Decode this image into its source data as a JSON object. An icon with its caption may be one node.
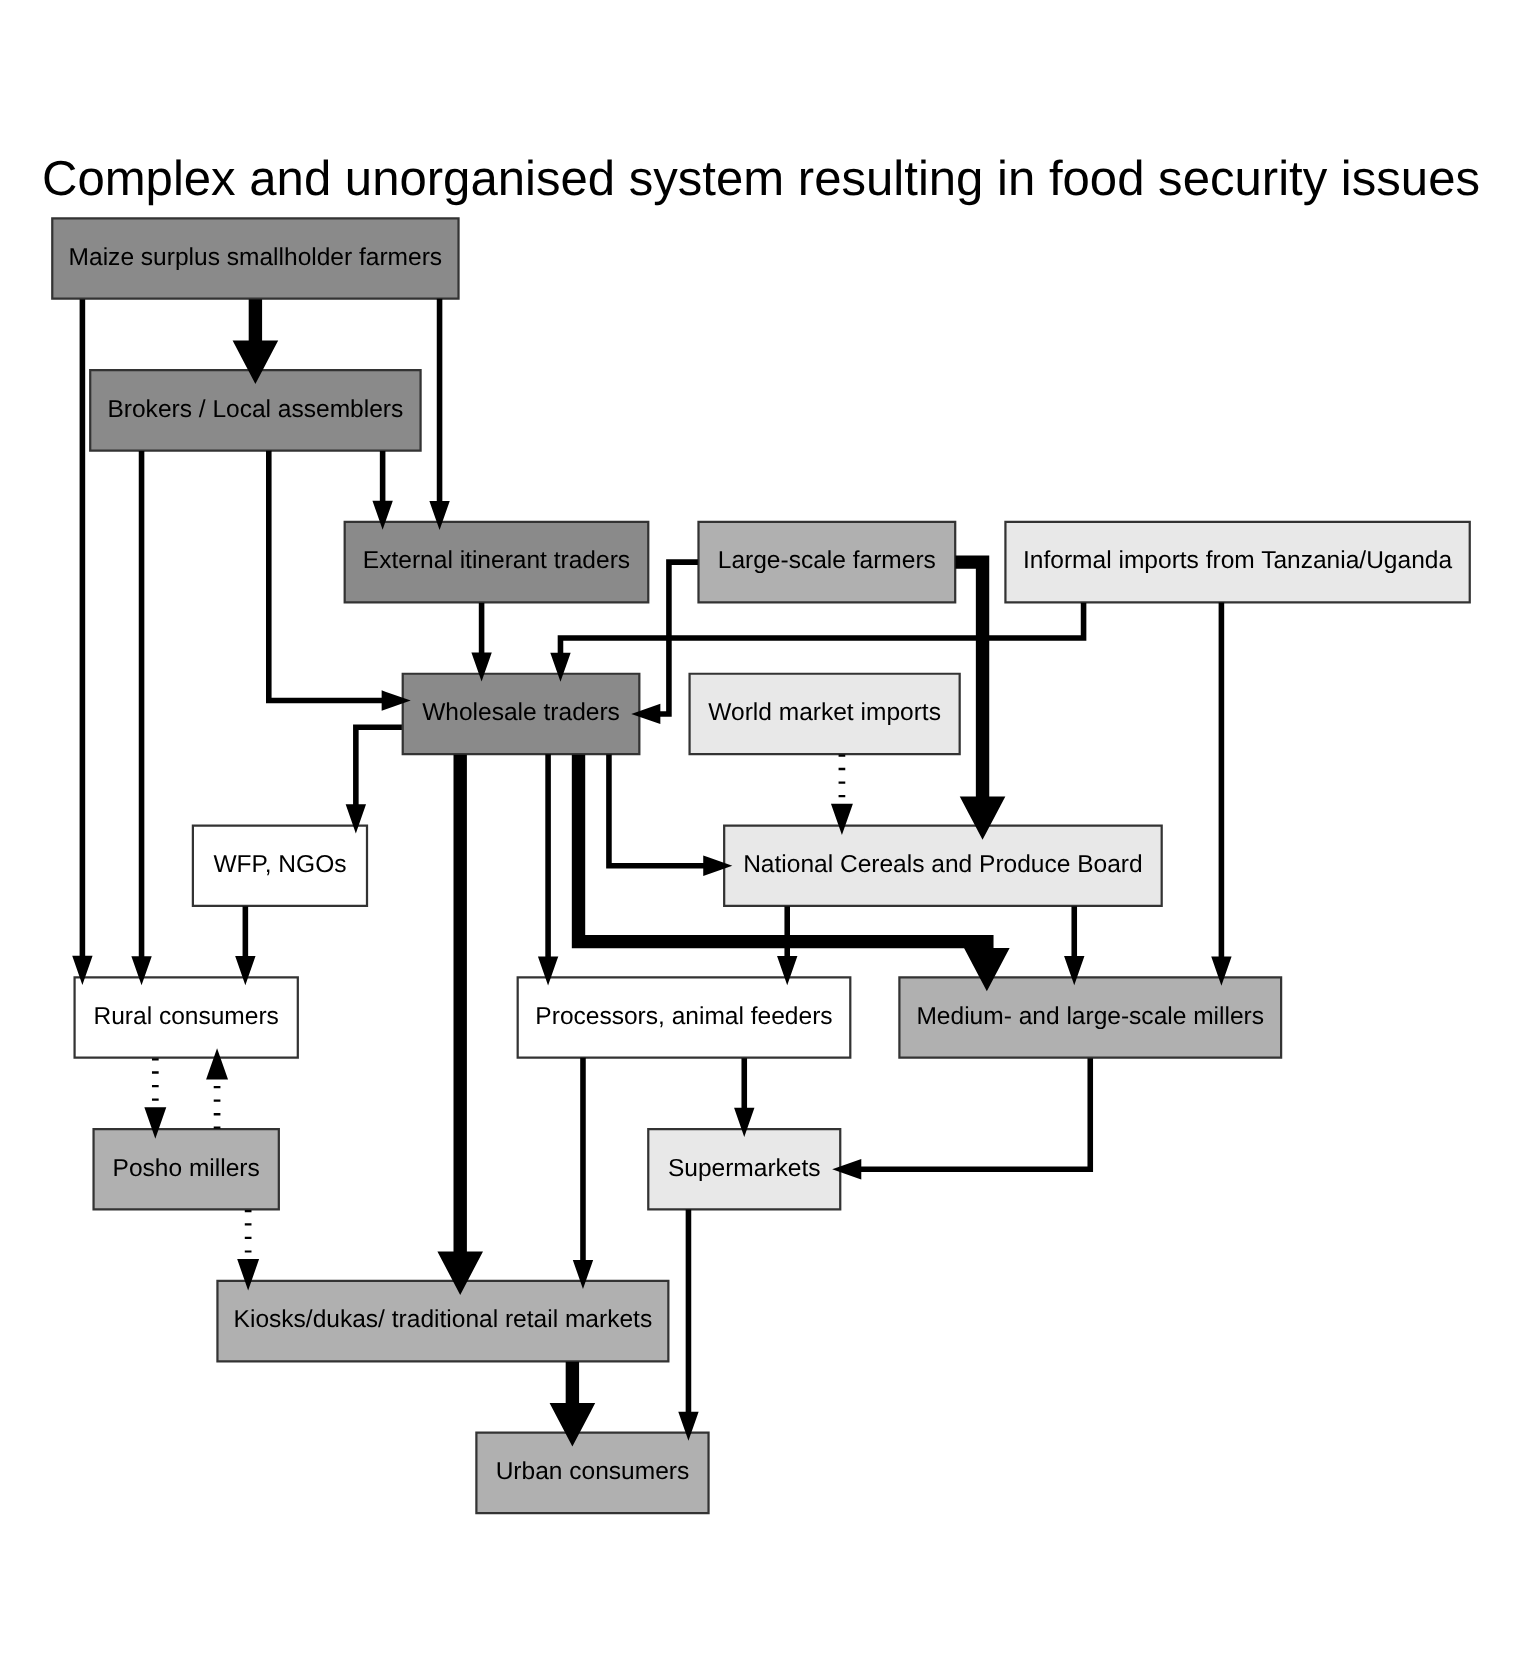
{
  "diagram": {
    "title": "Complex and unorganised system resulting in food security issues",
    "nodes": [
      {
        "text": [
          "Maize surplus smallholder farmers"
        ]
      },
      {
        "text": [
          "Informal imports from Tanzania/Uganda"
        ]
      },
      {
        "text": [
          "Large-scale farmers"
        ]
      },
      {
        "text": [
          "World market imports"
        ]
      },
      {
        "text": [
          "Brokers / Local assemblers"
        ]
      },
      {
        "text": [
          "External itinerant traders"
        ]
      },
      {
        "text": [
          "Wholesale traders"
        ]
      },
      {
        "text": [
          "National Cereals and Produce Board"
        ]
      },
      {
        "text": [
          "Rural consumers"
        ]
      },
      {
        "text": [
          "WFP, NGOs"
        ]
      },
      {
        "text": [
          "Posho millers"
        ]
      },
      {
        "text": [
          "Processors, animal feeders"
        ]
      },
      {
        "text": [
          "Medium- and large-scale millers"
        ]
      },
      {
        "text": [
          "Kiosks/dukas/ traditional retail markets"
        ]
      },
      {
        "text": [
          "Supermarkets"
        ]
      },
      {
        "text": [
          "Urban consumers"
        ]
      }
    ],
    "edges": [
      {
        "from": 0,
        "to": 8,
        "arrow": "to"
      },
      {
        "from": 0,
        "to": 5,
        "arrow": "to"
      },
      {
        "from": 0,
        "to": 4,
        "arrow": "to",
        "style": "thick"
      },
      {
        "from": 4,
        "to": 8,
        "arrow": "to"
      },
      {
        "from": 4,
        "to": 6,
        "arrow": "to"
      },
      {
        "from": 4,
        "to": 5,
        "arrow": "to"
      },
      {
        "from": 1,
        "to": 6,
        "arrow": "to"
      },
      {
        "from": 1,
        "to": 12,
        "arrow": "to"
      },
      {
        "from": 2,
        "to": 6,
        "arrow": "to"
      },
      {
        "from": 2,
        "to": 7,
        "arrow": "to",
        "style": "thick"
      },
      {
        "from": 3,
        "to": 7,
        "arrow": "to",
        "style": "dashed"
      },
      {
        "from": 5,
        "to": 6,
        "arrow": "to"
      },
      {
        "from": 6,
        "to": 7,
        "arrow": "to"
      },
      {
        "from": 6,
        "to": 9,
        "arrow": "to"
      },
      {
        "from": 6,
        "to": 13,
        "arrow": "to",
        "style": "thick"
      },
      {
        "from": 6,
        "to": 11,
        "arrow": "to"
      },
      {
        "from": 6,
        "to": 12,
        "arrow": "to",
        "style": "thick"
      },
      {
        "from": 7,
        "to": 11,
        "arrow": "to"
      },
      {
        "from": 7,
        "to": 12,
        "arrow": "to"
      },
      {
        "from": 9,
        "to": 8,
        "arrow": "to"
      },
      {
        "from": 8,
        "to": 10,
        "arrow": "to",
        "style": "dashed"
      },
      {
        "from": 10,
        "to": 8,
        "arrow": "to",
        "style": "dashed"
      },
      {
        "from": 10,
        "to": 13,
        "arrow": "to",
        "style": "dashed"
      },
      {
        "from": 11,
        "to": 13,
        "arrow": "to"
      },
      {
        "from": 12,
        "to": 14,
        "arrow": "to"
      },
      {
        "from": 13,
        "to": 15,
        "arrow": "to",
        "style": "thick"
      },
      {
        "from": 14,
        "to": 15,
        "arrow": "to"
      },
      {
        "from": 11,
        "to": 14,
        "arrow": "to"
      }
    ]
  }
}
